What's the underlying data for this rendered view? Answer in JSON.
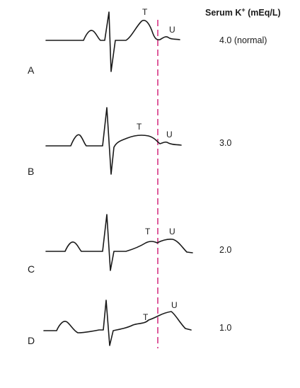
{
  "header": {
    "label": "Serum K",
    "sup": "+",
    "unit": " (mEq/L)"
  },
  "rows": [
    {
      "letter": "A",
      "t_label": "T",
      "u_label": "U",
      "potassium": "4.0 (normal)"
    },
    {
      "letter": "B",
      "t_label": "T",
      "u_label": "U",
      "potassium": "3.0"
    },
    {
      "letter": "C",
      "t_label": "T",
      "u_label": "U",
      "potassium": "2.0"
    },
    {
      "letter": "D",
      "t_label": "T",
      "u_label": "U",
      "potassium": "1.0"
    }
  ],
  "colors": {
    "reference_line": "#d63384",
    "trace": "#1a1a1a"
  }
}
